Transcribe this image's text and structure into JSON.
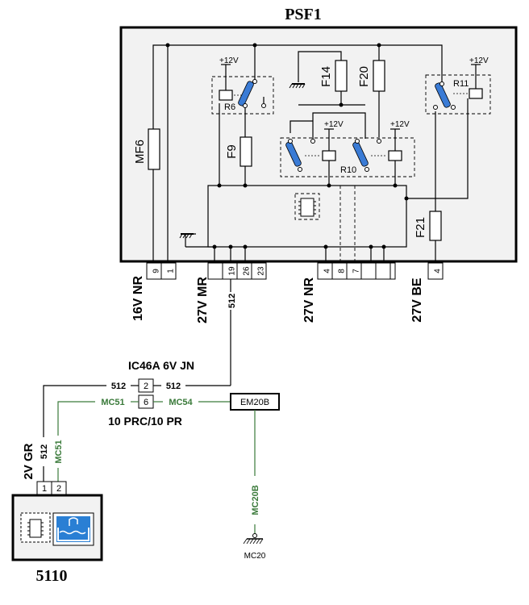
{
  "diagram": {
    "box_title": "PSF1",
    "ecu_title": "5110",
    "components": {
      "mf6": "MF6",
      "f9": "F9",
      "f14": "F14",
      "f20": "F20",
      "f21": "F21",
      "r6": "R6",
      "r10": "R10",
      "r11": "R11",
      "supply": "+12V"
    },
    "pins": [
      "9",
      "1",
      "19",
      "26",
      "23",
      "4",
      "8",
      "7",
      "4"
    ],
    "connectors": {
      "c1": "16V NR",
      "c2": "27V MR",
      "c3": "27V NR",
      "c4": "27V BE",
      "ecu_conn": "2V GR"
    },
    "ecu_pins": [
      "1",
      "2"
    ],
    "wires": {
      "w512": "512",
      "mc51": "MC51",
      "mc54": "MC54",
      "mc20b": "MC20B"
    },
    "splice": {
      "title": "IC46A 6V JN",
      "subtitle": "10 PRC/10 PR",
      "pin_a": "2",
      "pin_b": "6"
    },
    "em20b": "EM20B",
    "ground": "MC20",
    "colors": {
      "green_wire": "#3a7a3a",
      "box_fill": "#f2f2f2",
      "relay_blue": "#3a7bd5",
      "ecu_blue": "#2a7fd4"
    }
  }
}
